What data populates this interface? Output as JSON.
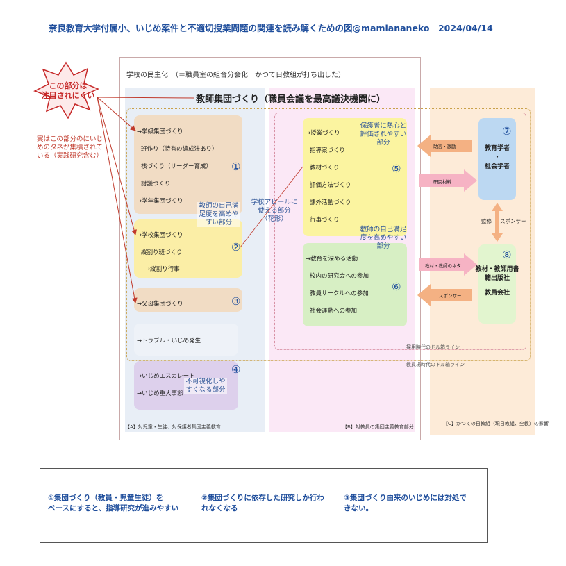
{
  "title": "奈良教育大学付属小、いじめ案件と不適切授業問題の関連を読み解くための図@mamiananeko　2024/04/14",
  "school_label": "学校の民主化　（＝職員室の組合分会化　かつて日教組が打ち出した）",
  "kyoshi_label": "教師集団づくり（職員会議を最高議決機関に）",
  "star": {
    "line1": "この部分は",
    "line2": "注目されにくい"
  },
  "red_note": {
    "line1": "実はこの部分のにいじ",
    "line2": "めのタネが集積されて",
    "line3": "いる（実践研究含む）"
  },
  "col_a": {
    "box1": {
      "items": [
        "→学級集団づくり",
        "班作り（特有の編成法あり）",
        "核づくり（リーダー育成）",
        "討議づくり",
        "→学年集団づくり"
      ],
      "num": "①"
    },
    "box2": {
      "items": [
        "→学校集団づくり",
        "縦割り班づくり",
        "→縦割り行事"
      ],
      "num": "②"
    },
    "note_a": {
      "line1": "教師の自己満",
      "line2": "足度を高めや",
      "line3": "すい部分"
    },
    "box3": {
      "item": "→父母集団づくり",
      "num": "③"
    },
    "trouble": "→トラブル・いじめ発生",
    "box5": {
      "items": [
        "→いじめエスカレート",
        "→いじめ重大事態"
      ],
      "num": "④"
    },
    "note_hidden": {
      "line1": "不可視化しや",
      "line2": "すくなる部分"
    },
    "footer": "【A】対児童・生徒、対保護者集団主義教育"
  },
  "appeal": {
    "line1": "学校アピールに",
    "line2": "使える部分",
    "line3": "（花形）"
  },
  "col_b": {
    "box6": {
      "items": [
        "→授業づくり",
        "指導案づくり",
        "教材づくり",
        "評価方法づくり",
        "課外活動づくり",
        "行事づくり"
      ],
      "num": "⑤"
    },
    "note_parent": {
      "line1": "保護者に熱心と",
      "line2": "評価されやすい",
      "line3": "部分"
    },
    "note_self": {
      "line1": "教師の自己満足",
      "line2": "度を高めやすい",
      "line3": "部分"
    },
    "box7": {
      "items": [
        "→教育を深める活動",
        "校内の研究会への参加",
        "教員サークルへの参加",
        "社会運動への参加"
      ],
      "num": "⑥"
    },
    "footer": "【B】対教員の集団主義教育部分"
  },
  "col_c": {
    "box8": {
      "num": "⑦",
      "line1": "教育学者",
      "line2": "・",
      "line3": "社会学者"
    },
    "box9": {
      "num": "⑧",
      "line1": "教材・教師用書",
      "line2": "籍出版社",
      "line3": "教員会社"
    },
    "arrow_advice": "助言・激励",
    "arrow_research": "研究材料",
    "arrow_neta": "教材・教師のネタ",
    "arrow_sponsor": "スポンサー",
    "kanshu": "監修",
    "sponsor_right": "スポンサー",
    "footer": "【C】かつての日教組（現日教組、全教）の影響"
  },
  "line_saiyo": "採用時代のドル箱ライン",
  "line_kyoin": "教員場時代のドル箱ライン",
  "bottom": {
    "step1": {
      "line1": "①集団づくり（教員・児童生徒）を",
      "line2": "ベースにすると、指導研究が進みやすい"
    },
    "step2": {
      "line1": "②集団づくりに依存した研究しか行わ",
      "line2": "れなくなる"
    },
    "step3": {
      "line1": "③集団づくり由来のいじめには対処で",
      "line2": "きない。"
    }
  },
  "colors": {
    "title_blue": "#1f4e9c",
    "accent_red": "#c62828",
    "arrow_pink": "#f6b3c4",
    "arrow_orange": "#f4b183"
  }
}
